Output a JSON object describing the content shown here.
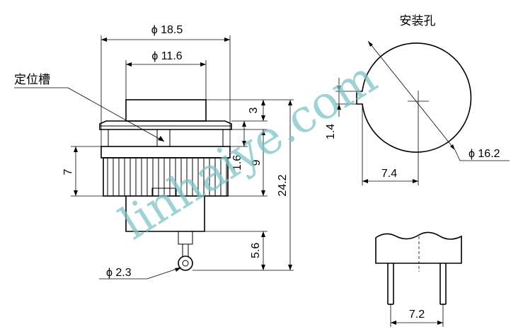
{
  "labels": {
    "slot": "定位槽",
    "mount_hole": "安装孔"
  },
  "dimensions": {
    "outer_dia": "ϕ 18.5",
    "cap_dia": "ϕ 11.6",
    "cap_h": "3",
    "flange_h": "1.4",
    "slot_h": "1.6",
    "body_h": "9",
    "total_h": "24.2",
    "ring_h": "7",
    "terminal_h": "5.6",
    "hole_dia": "ϕ 2.3",
    "hole_circle_dia": "ϕ 16.2",
    "hole_offset": "7.4",
    "pin_spacing": "7.2"
  },
  "watermark": "linhaiye.com",
  "colors": {
    "line": "#000000",
    "watermark": "#7fc3c6"
  }
}
